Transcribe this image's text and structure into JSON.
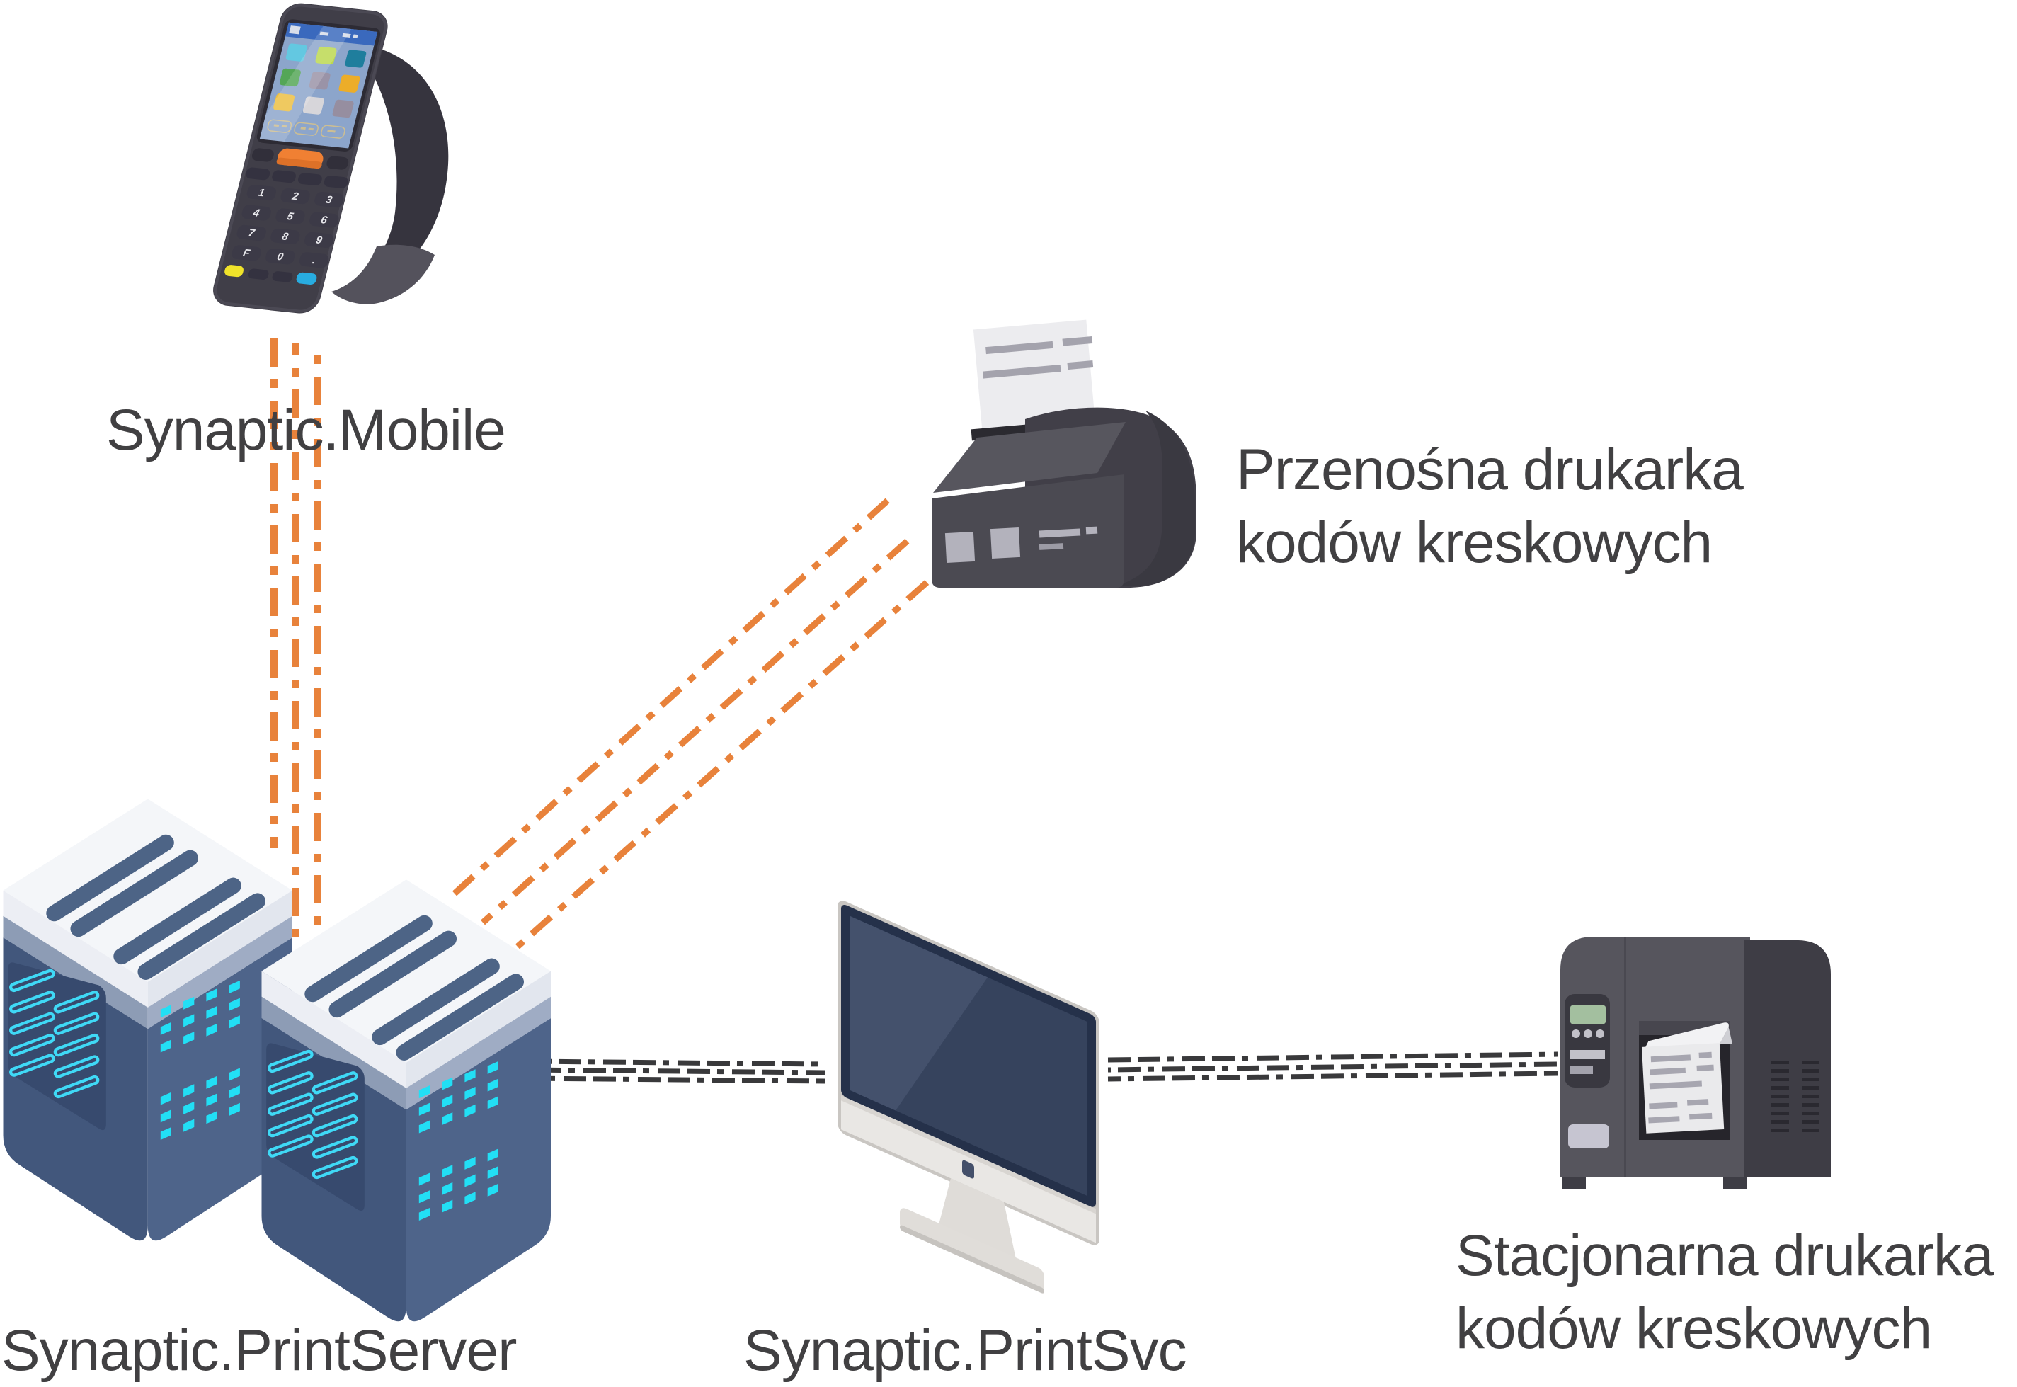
{
  "diagram": {
    "title": "Synaptic barcode printing architecture",
    "background": "#ffffff",
    "nodes": {
      "mobile": {
        "label": "Synaptic.Mobile",
        "type": "handheld-scanner-terminal"
      },
      "portable_printer": {
        "label": "Przenośna drukarka\nkodów kreskowych",
        "type": "portable-barcode-printer"
      },
      "print_server": {
        "label": "Synaptic.PrintServer",
        "type": "server-tower-pair"
      },
      "print_svc": {
        "label": "Synaptic.PrintSvc",
        "type": "desktop-computer"
      },
      "stationary_printer": {
        "label": "Stacjonarna drukarka\nkodów kreskowych",
        "type": "stationary-barcode-printer"
      }
    },
    "connections": [
      {
        "from": "mobile",
        "to": "print_server",
        "style": "dash-dot",
        "color": "#E8823B",
        "lines": 3
      },
      {
        "from": "print_server",
        "to": "portable_printer",
        "style": "dash-dot",
        "color": "#E8823B",
        "lines": 3
      },
      {
        "from": "print_server",
        "to": "print_svc",
        "style": "dashed",
        "color": "#39393B",
        "lines": 3
      },
      {
        "from": "print_svc",
        "to": "stationary_printer",
        "style": "dashed",
        "color": "#39393B",
        "lines": 3
      }
    ],
    "colors": {
      "accent_orange": "#E8823B",
      "connector_dark": "#39393B",
      "label_text": "#414042",
      "server_cyan": "#3FD9F6",
      "server_body_left": "#42577C",
      "server_body_right": "#4E648A"
    }
  }
}
